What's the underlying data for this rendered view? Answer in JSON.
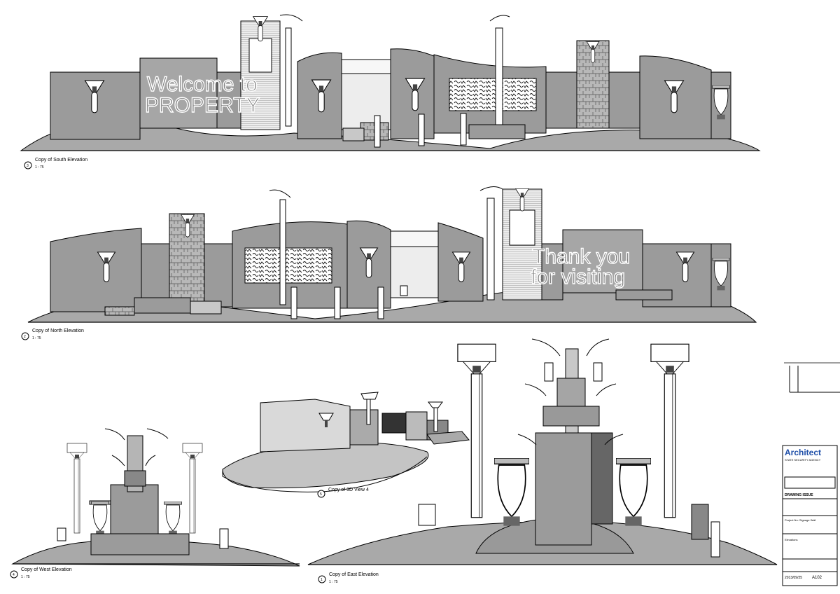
{
  "sheet": {
    "views": [
      {
        "id": "south",
        "number": "3",
        "title": "Copy of South Elevation",
        "scale": "1 : 75"
      },
      {
        "id": "north",
        "number": "2",
        "title": "Copy of North Elevation",
        "scale": "1 : 75"
      },
      {
        "id": "west",
        "number": "4",
        "title": "Copy of West Elevation",
        "scale": "1 : 75"
      },
      {
        "id": "view3d",
        "number": "5",
        "title": "Copy of 3D View 4"
      },
      {
        "id": "east",
        "number": "1",
        "title": "Copy of East Elevation",
        "scale": "1 : 75"
      }
    ],
    "sign_text": {
      "south_line1": "Welcome to",
      "south_line2": "PROPERTY",
      "north_line1": "Thank you",
      "north_line2": "for visiting"
    },
    "title_block": {
      "firm": "Architect",
      "agency": "STATE SECURITY AGENCY",
      "issue_heading": "DRAWING ISSUE",
      "project": "Project No: Signage Wall",
      "sheet_name": "Elevations",
      "date": "2013/09/25",
      "sheet_number": "A102"
    }
  },
  "colors": {
    "wall": "#9b9b9b",
    "ground": "#a8a8a8",
    "light_panel": "#e8e8e8",
    "line": "#000000",
    "firm": "#1f4fa8"
  }
}
